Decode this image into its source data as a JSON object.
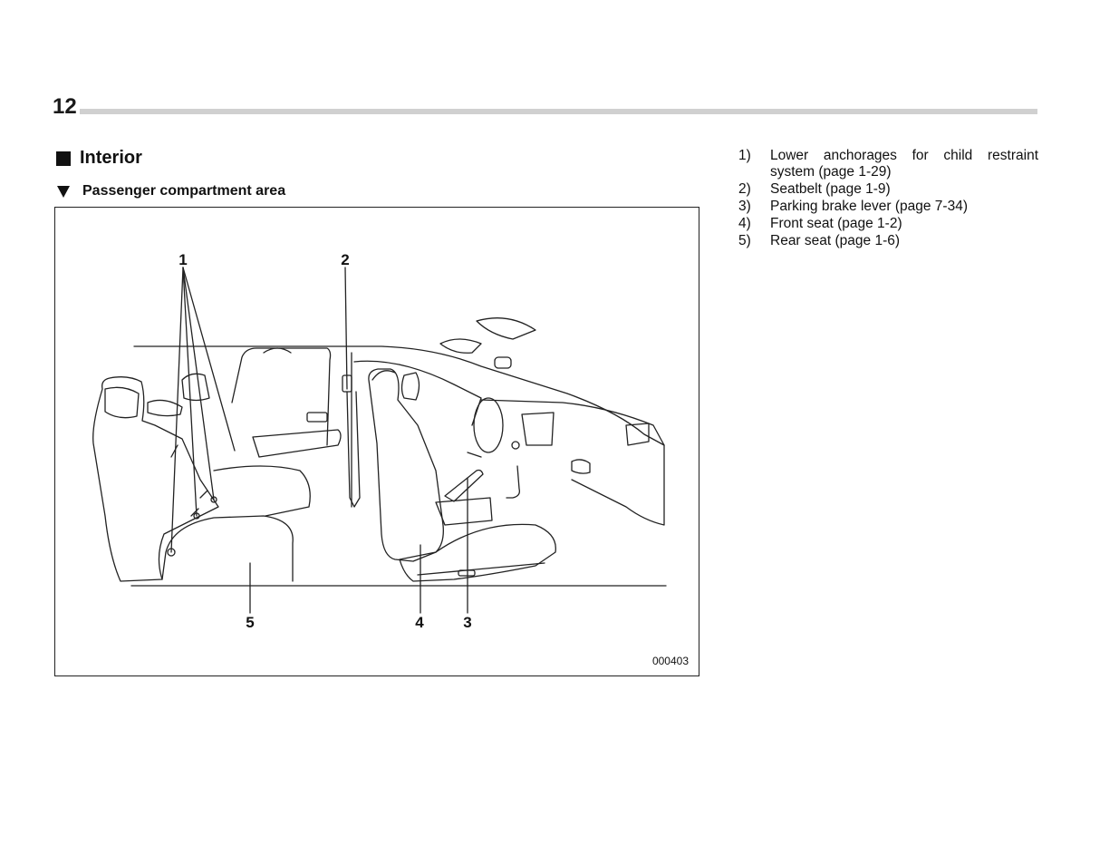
{
  "header": {
    "page_number": "12"
  },
  "section": {
    "title": "Interior"
  },
  "subsection": {
    "title": "Passenger compartment area"
  },
  "figure": {
    "code": "000403",
    "callouts": [
      "1",
      "2",
      "3",
      "4",
      "5"
    ]
  },
  "legend": {
    "items": [
      {
        "num": "1)",
        "text": "Lower anchorages for child restraint system (page 1-29)"
      },
      {
        "num": "2)",
        "text": "Seatbelt (page 1-9)"
      },
      {
        "num": "3)",
        "text": "Parking brake lever (page 7-34)"
      },
      {
        "num": "4)",
        "text": "Front seat (page 1-2)"
      },
      {
        "num": "5)",
        "text": "Rear seat (page 1-6)"
      }
    ]
  }
}
